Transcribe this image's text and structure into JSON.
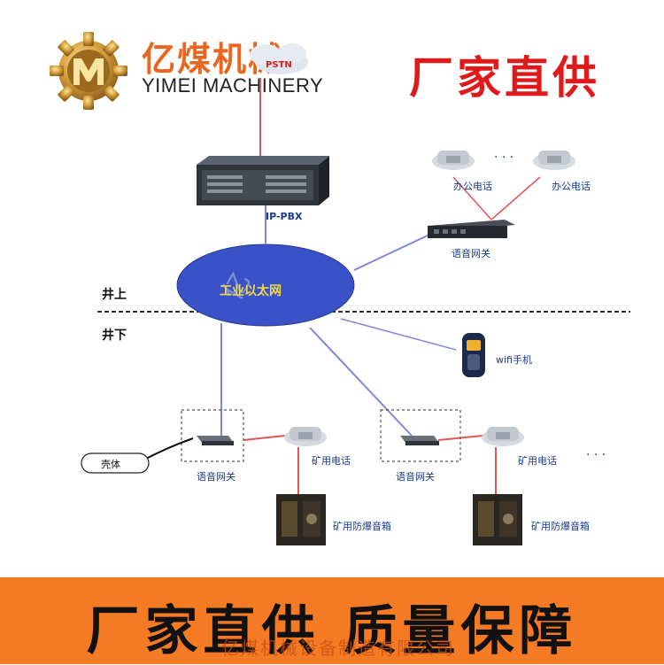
{
  "brand": {
    "name_cn": "亿煤机械",
    "name_en": "YIMEI MACHINERY"
  },
  "slogan_top": "厂家直供",
  "diagram": {
    "pstn": "PSTN",
    "ippbx": "IP-PBX",
    "office_phone_1": "办公电话",
    "office_phone_2": "办公电话",
    "dots_top": "· · ·",
    "gateway_top": "语音网关",
    "network": "工业以太网",
    "above_ground": "井上",
    "below_ground": "井下",
    "wifi_phone": "wifi手机",
    "gateway_left": "语音网关",
    "gateway_right": "语音网关",
    "mine_phone_left": "矿用电话",
    "mine_phone_right": "矿用电话",
    "dots_bottom": "· · ·",
    "speaker_left": "矿用防爆音箱",
    "speaker_right": "矿用防爆音箱",
    "shell": "壳体"
  },
  "banner": {
    "slogan": "厂家直供  质量保障",
    "company": "亿煤机械设备制造有限公司"
  },
  "colors": {
    "brand_orange": "#e8661f",
    "slogan_red": "#e01a1a",
    "banner_bg": "#f47a23",
    "network_blue": "#3a52c8",
    "link_blue": "#7d87d8",
    "link_red": "#e05656"
  }
}
